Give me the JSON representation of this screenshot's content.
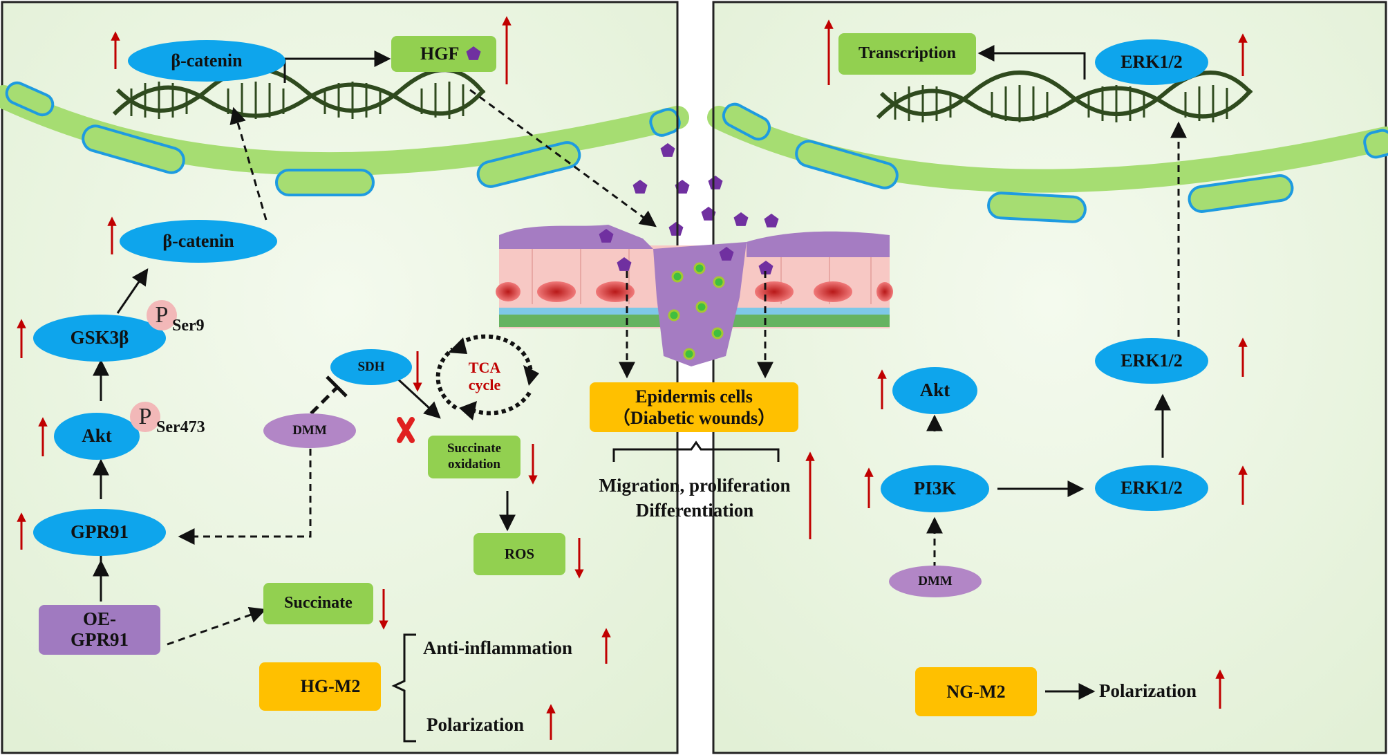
{
  "left": {
    "beta_catenin_top": "β-catenin",
    "hgf": "HGF",
    "beta_catenin_mid": "β-catenin",
    "gsk3b": "GSK3β",
    "p_symbol_1": "P",
    "ser9": "Ser9",
    "akt": "Akt",
    "p_symbol_2": "P",
    "ser473": "Ser473",
    "gpr91": "GPR91",
    "oe_gpr91_line1": "OE-",
    "oe_gpr91_line2": "GPR91",
    "sdh": "SDH",
    "dmm": "DMM",
    "tca_line1": "TCA",
    "tca_line2": "cycle",
    "succinate_oxidation_line1": "Succinate",
    "succinate_oxidation_line2": "oxidation",
    "ros": "ROS",
    "succinate": "Succinate",
    "hg_m2": "HG-M2",
    "anti_inflammation": "Anti-inflammation",
    "polarization": "Polarization"
  },
  "center": {
    "epidermis_line1": "Epidermis cells",
    "epidermis_line2": "（Diabetic wounds）",
    "outcome_line1": "Migration, proliferation",
    "outcome_line2": "Differentiation"
  },
  "right": {
    "transcription": "Transcription",
    "erk_top": "ERK1/2",
    "erk_mid": "ERK1/2",
    "erk_low": "ERK1/2",
    "akt": "Akt",
    "pi3k": "PI3K",
    "dmm": "DMM",
    "ng_m2": "NG-M2",
    "polarization": "Polarization"
  },
  "colors": {
    "protein_oval": "#0EA5EC",
    "green_box": "#92D050",
    "purple_box": "#A07AC0",
    "orange_box": "#FFC000",
    "up_down_arrow": "#C00000",
    "tca_text": "#C00000",
    "panel_bg": "#EAF5E0",
    "nuclear_membrane": "#A6DD72",
    "vesicle": "#0EA5EC",
    "hgf_pentagon": "#7030A0"
  }
}
